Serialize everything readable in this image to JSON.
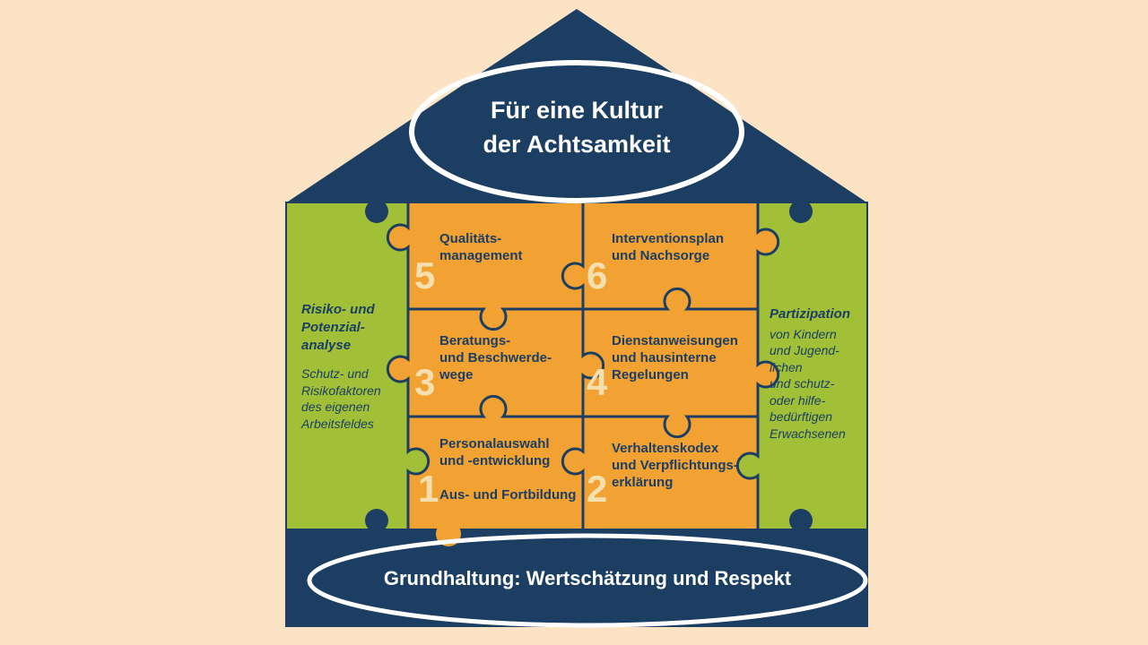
{
  "colors": {
    "background": "#fbe3c4",
    "navy": "#1c3e63",
    "green": "#a2c037",
    "orange": "#f2a233",
    "number_text": "#f6dfae",
    "outline_white": "#ffffff"
  },
  "roof": {
    "title": "Für eine Kultur\nder Achtsamkeit"
  },
  "left_panel": {
    "heading": "Risiko- und\nPotenzial-\nanalyse",
    "body": "Schutz- und\nRisikofaktoren\ndes eigenen\nArbeitsfeldes"
  },
  "right_panel": {
    "heading": "Partizipation",
    "body": "von Kindern\nund Jugend-\nlichen\nund schutz-\noder hilfe-\nbedürftigen\nErwachsenen"
  },
  "pieces": [
    {
      "number": "1",
      "label": "Personalauswahl\nund -entwicklung\n\nAus- und Fortbildung"
    },
    {
      "number": "2",
      "label": "Verhaltenskodex\nund Verpflichtungs-\nerklärung"
    },
    {
      "number": "3",
      "label": "Beratungs-\nund Beschwerde-\nwege"
    },
    {
      "number": "4",
      "label": "Dienstanweisungen\nund hausinterne\nRegelungen"
    },
    {
      "number": "5",
      "label": "Qualitäts-\nmanagement"
    },
    {
      "number": "6",
      "label": "Interventionsplan\nund Nachsorge"
    }
  ],
  "foundation": {
    "label": "Grundhaltung: Wertschätzung und Respekt"
  }
}
